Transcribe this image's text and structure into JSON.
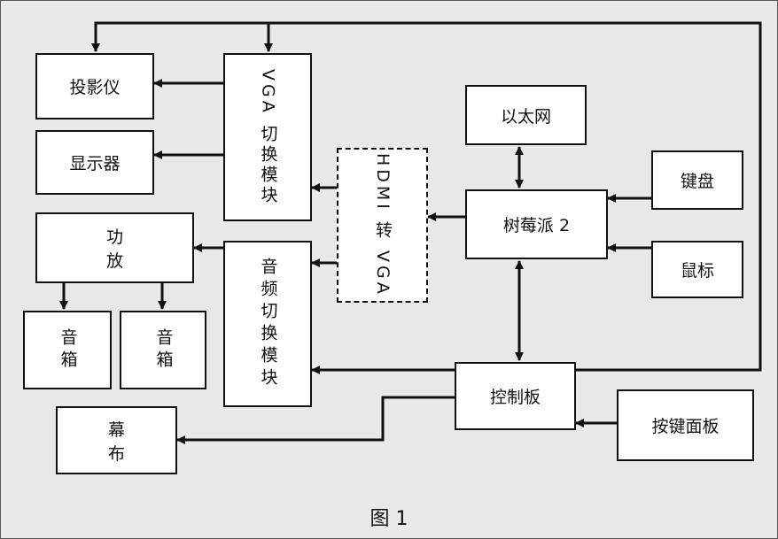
{
  "caption": "图 1",
  "boxes": {
    "projector": "投影仪",
    "monitor": "显示器",
    "amplifier": "功 放",
    "speaker_left": "音箱",
    "speaker_right": "音箱",
    "screen": "幕 布",
    "vga_switch": "VGA 切换模块",
    "audio_switch": "音频切换模块",
    "hdmi_to_vga": "HDMI 转 VGA",
    "ethernet": "以太网",
    "raspberry_pi": "树莓派 2",
    "keyboard": "键盘",
    "mouse": "鼠标",
    "control_board": "控制板",
    "button_panel": "按键面板"
  }
}
